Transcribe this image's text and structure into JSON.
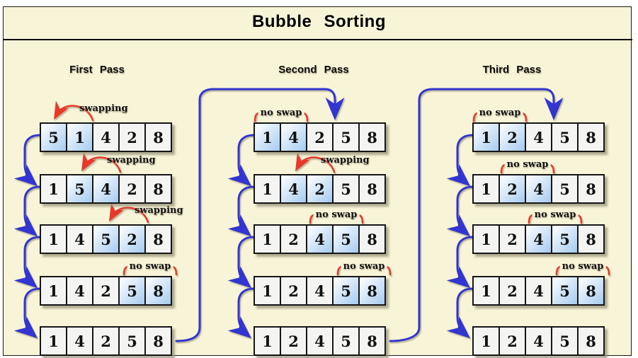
{
  "title": "Bubble Sorting",
  "colors": {
    "panel_background": "#f8f4d8",
    "arrow_blue": "#3336cf",
    "arrow_red": "#e8392b",
    "highlight_blue": "#a6cbee",
    "cell_background": "#f4f4f2",
    "border_black": "#161616"
  },
  "passes": [
    {
      "label": "First Pass",
      "rows": [
        {
          "values": [
            5,
            1,
            4,
            2,
            8
          ],
          "highlight": [
            0,
            1
          ],
          "annotation": {
            "text": "swapping",
            "type": "swap-arrow"
          }
        },
        {
          "values": [
            1,
            5,
            4,
            2,
            8
          ],
          "highlight": [
            1,
            2
          ],
          "annotation": {
            "text": "swapping",
            "type": "swap-arrow"
          }
        },
        {
          "values": [
            1,
            4,
            5,
            2,
            8
          ],
          "highlight": [
            2,
            3
          ],
          "annotation": {
            "text": "swapping",
            "type": "swap-arrow"
          }
        },
        {
          "values": [
            1,
            4,
            2,
            5,
            8
          ],
          "highlight": [
            3,
            4
          ],
          "annotation": {
            "text": "no swap",
            "type": "no-swap-bracket"
          }
        },
        {
          "values": [
            1,
            4,
            2,
            5,
            8
          ],
          "highlight": [],
          "annotation": null
        }
      ]
    },
    {
      "label": "Second Pass",
      "rows": [
        {
          "values": [
            1,
            4,
            2,
            5,
            8
          ],
          "highlight": [
            0,
            1
          ],
          "annotation": {
            "text": "no swap",
            "type": "no-swap-bracket"
          }
        },
        {
          "values": [
            1,
            4,
            2,
            5,
            8
          ],
          "highlight": [
            1,
            2
          ],
          "annotation": {
            "text": "swapping",
            "type": "swap-arrow"
          }
        },
        {
          "values": [
            1,
            2,
            4,
            5,
            8
          ],
          "highlight": [
            2,
            3
          ],
          "annotation": {
            "text": "no swap",
            "type": "no-swap-bracket"
          }
        },
        {
          "values": [
            1,
            2,
            4,
            5,
            8
          ],
          "highlight": [
            3,
            4
          ],
          "annotation": {
            "text": "no swap",
            "type": "no-swap-bracket"
          }
        },
        {
          "values": [
            1,
            2,
            4,
            5,
            8
          ],
          "highlight": [],
          "annotation": null
        }
      ]
    },
    {
      "label": "Third Pass",
      "rows": [
        {
          "values": [
            1,
            2,
            4,
            5,
            8
          ],
          "highlight": [
            0,
            1
          ],
          "annotation": {
            "text": "no swap",
            "type": "no-swap-bracket"
          }
        },
        {
          "values": [
            1,
            2,
            4,
            5,
            8
          ],
          "highlight": [
            1,
            2
          ],
          "annotation": {
            "text": "no swap",
            "type": "no-swap-bracket"
          }
        },
        {
          "values": [
            1,
            2,
            4,
            5,
            8
          ],
          "highlight": [
            2,
            3
          ],
          "annotation": {
            "text": "no swap",
            "type": "no-swap-bracket"
          }
        },
        {
          "values": [
            1,
            2,
            4,
            5,
            8
          ],
          "highlight": [
            3,
            4
          ],
          "annotation": {
            "text": "no swap",
            "type": "no-swap-bracket"
          }
        },
        {
          "values": [
            1,
            2,
            4,
            5,
            8
          ],
          "highlight": [],
          "annotation": null
        }
      ]
    }
  ]
}
